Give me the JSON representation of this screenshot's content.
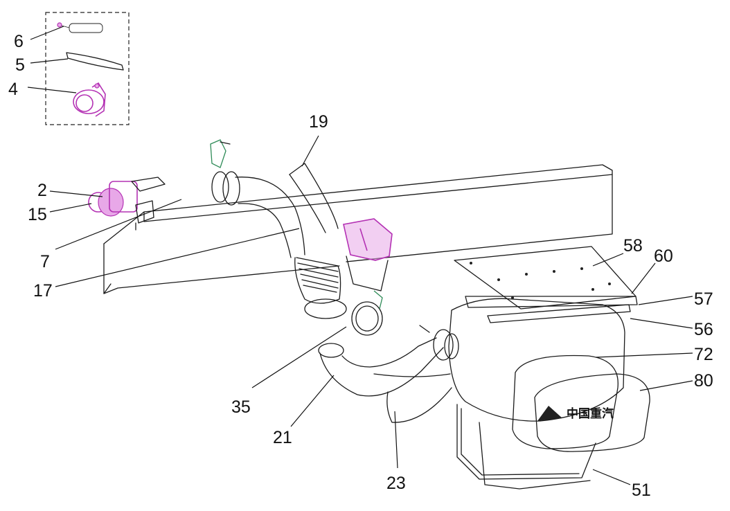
{
  "diagram": {
    "callouts": [
      {
        "id": "c6",
        "label": "6"
      },
      {
        "id": "c5",
        "label": "5"
      },
      {
        "id": "c4",
        "label": "4"
      },
      {
        "id": "c2",
        "label": "2"
      },
      {
        "id": "c15",
        "label": "15"
      },
      {
        "id": "c7",
        "label": "7"
      },
      {
        "id": "c17",
        "label": "17"
      },
      {
        "id": "c19",
        "label": "19"
      },
      {
        "id": "c35",
        "label": "35"
      },
      {
        "id": "c21",
        "label": "21"
      },
      {
        "id": "c23",
        "label": "23"
      },
      {
        "id": "c58",
        "label": "58"
      },
      {
        "id": "c60",
        "label": "60"
      },
      {
        "id": "c57",
        "label": "57"
      },
      {
        "id": "c56",
        "label": "56"
      },
      {
        "id": "c72",
        "label": "72"
      },
      {
        "id": "c80",
        "label": "80"
      },
      {
        "id": "c51",
        "label": "51"
      }
    ],
    "logo_text": "中国重汽",
    "colors": {
      "line": "#1a1a1a",
      "highlight": "#b432b4",
      "bracket": "#2e8b57"
    }
  }
}
